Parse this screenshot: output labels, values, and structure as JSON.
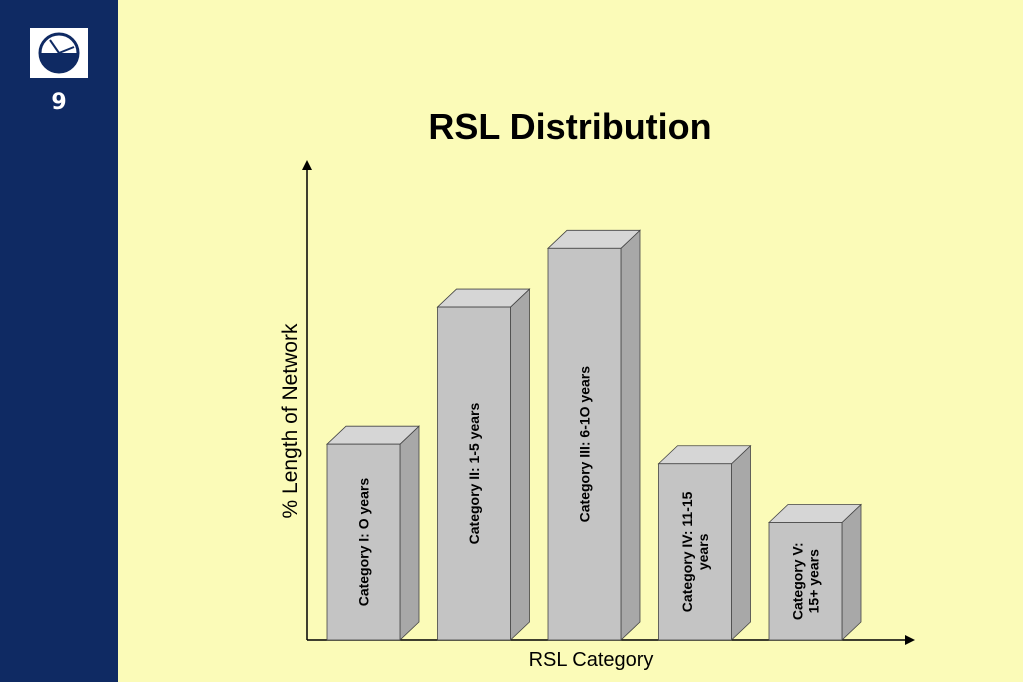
{
  "slide": {
    "number": "9",
    "title": "RSL Distribution"
  },
  "logo": {
    "icon": "clock-logo-icon"
  },
  "colors": {
    "sidebar": "#0f2a63",
    "background": "#fbfbb8",
    "bar_front": "#c4c4c4",
    "bar_top": "#d6d6d6",
    "bar_side": "#a8a8a8"
  },
  "chart_data": {
    "type": "bar",
    "title": "RSL Distribution",
    "xlabel": "RSL Category",
    "ylabel": "% Length of Network",
    "categories": [
      [
        "Category I: O years"
      ],
      [
        "Category II: 1-5 years"
      ],
      [
        "Category III: 6-1O years"
      ],
      [
        "Category IV: 11-15",
        "years"
      ],
      [
        "Category V:",
        "15+ years"
      ]
    ],
    "values": [
      20,
      34,
      40,
      18,
      12
    ],
    "ylim": [
      0,
      48
    ],
    "grid": false,
    "legend": "none",
    "style": "3d-bars"
  }
}
